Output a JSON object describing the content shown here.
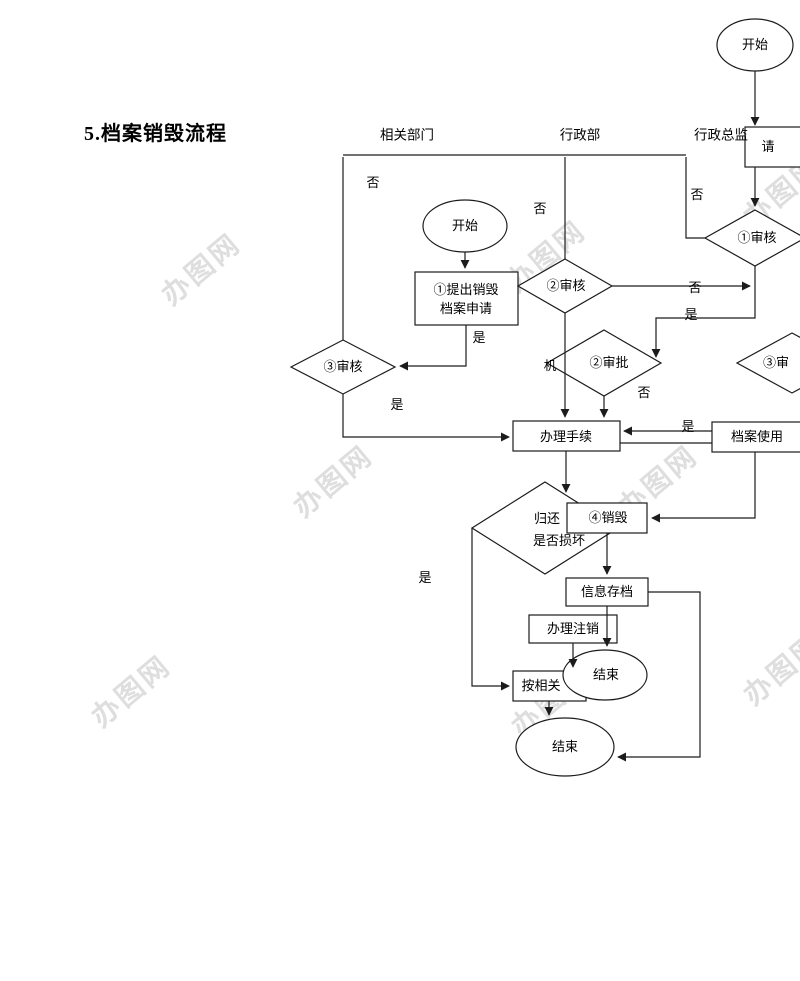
{
  "page": {
    "title": "5.档案销毁流程",
    "watermark": "办图网",
    "background": "#ffffff",
    "line_color": "#1c1c1c",
    "text_color": "#000000",
    "watermark_color": "#dedede"
  },
  "lanes": [
    {
      "label": "相关部门"
    },
    {
      "label": "行政部"
    },
    {
      "label": "行政总监"
    }
  ],
  "nodes": {
    "start_top": {
      "type": "ellipse",
      "label": "开始"
    },
    "request_top": {
      "type": "rect",
      "label": "请"
    },
    "review1": {
      "type": "diamond",
      "label": "①审核"
    },
    "start_main": {
      "type": "ellipse",
      "label": "开始"
    },
    "submit_request": {
      "type": "rect",
      "label_line1": "①提出销毁",
      "label_line2": "档案申请"
    },
    "review2": {
      "type": "diamond",
      "label": "②审核"
    },
    "approve2": {
      "type": "diamond",
      "label": "②审批"
    },
    "fragment": {
      "label": "机"
    },
    "review3": {
      "type": "diamond",
      "label": "③审核"
    },
    "review3_right": {
      "type": "diamond",
      "label": "③审"
    },
    "handle_procedure": {
      "type": "rect",
      "label": "办理手续"
    },
    "archive_use": {
      "type": "rect",
      "label": "档案使用"
    },
    "destroy": {
      "type": "rect",
      "label": "④销毁"
    },
    "return_check": {
      "type": "diamond",
      "label_line1": "归还",
      "label_line2": "是否损坏"
    },
    "info_archive": {
      "type": "rect",
      "label": "信息存档"
    },
    "cancel_registration": {
      "type": "rect",
      "label": "办理注销"
    },
    "per_rules": {
      "type": "rect",
      "label": "按相关"
    },
    "end_upper": {
      "type": "ellipse",
      "label": "结束"
    },
    "end_lower": {
      "type": "ellipse",
      "label": "结束"
    }
  },
  "edge_labels": {
    "review3_no": "否",
    "review2_no": "否",
    "review1_no": "否",
    "review2_right_no": "否",
    "review1_yes": "是",
    "submit_yes": "是",
    "approve2_no": "否",
    "review3_yes": "是",
    "archive_yes": "是",
    "return_yes": "是"
  }
}
